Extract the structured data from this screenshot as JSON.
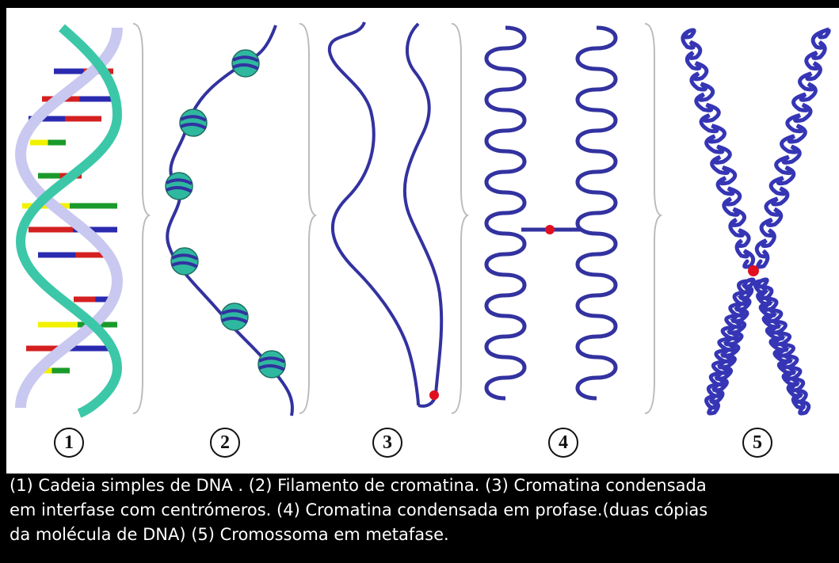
{
  "stage_numbers": [
    "1",
    "2",
    "3",
    "4",
    "5"
  ],
  "caption": {
    "line1": "(1) Cadeia simples de DNA . (2) Filamento de cromatina. (3) Cromatina condensada",
    "line2": "em interfase com centrómeros. (4) Cromatina condensada em profase.(duas cópias",
    "line3": "da molécula de DNA) (5) Cromossoma em metafase."
  },
  "colors": {
    "background": "#000000",
    "panel": "#ffffff",
    "chromatin": "#3232a0",
    "histone": "#2fb8a0",
    "backbone_teal": "#3cc8a8",
    "backbone_lavender": "#c8c8f0",
    "centromere": "#e01020",
    "base_red": "#d42020",
    "base_blue": "#2a2ab0",
    "base_green": "#1a9a2a",
    "base_yellow": "#f2f200"
  }
}
